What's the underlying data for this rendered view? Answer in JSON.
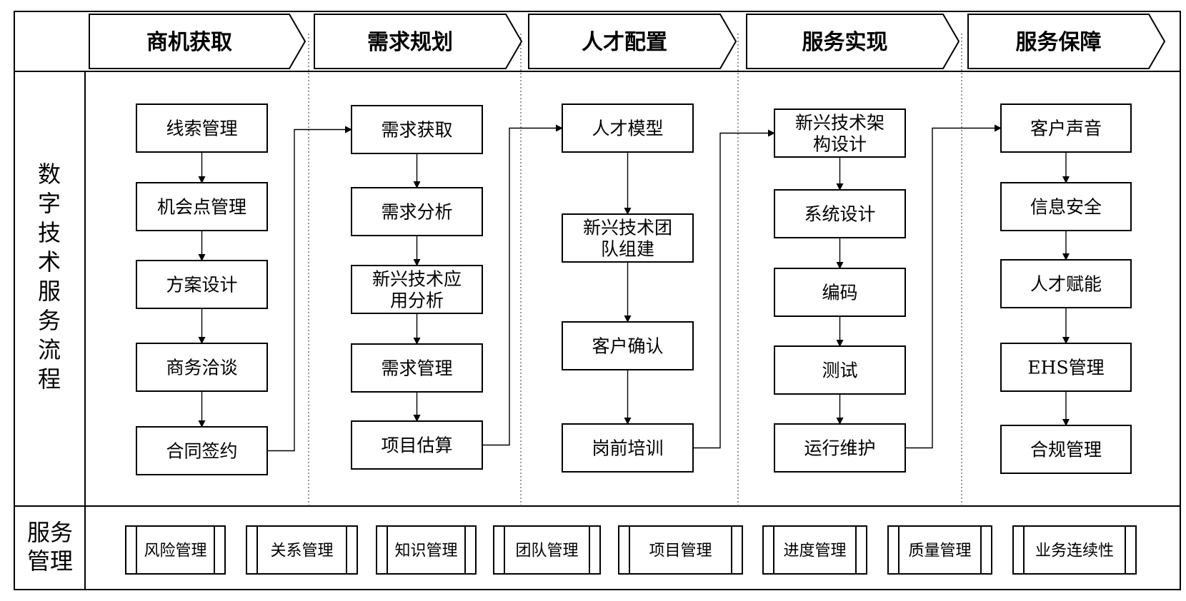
{
  "stages": [
    "商机获取",
    "需求规划",
    "人才配置",
    "服务实现",
    "服务保障"
  ],
  "row_labels": {
    "process": "数字技术服务流程",
    "management": [
      "服务",
      "管理"
    ]
  },
  "columns": [
    {
      "steps": [
        [
          "线索管理"
        ],
        [
          "机会点管理"
        ],
        [
          "方案设计"
        ],
        [
          "商务洽谈"
        ],
        [
          "合同签约"
        ]
      ]
    },
    {
      "steps": [
        [
          "需求获取"
        ],
        [
          "需求分析"
        ],
        [
          "新兴技术应",
          "用分析"
        ],
        [
          "需求管理"
        ],
        [
          "项目估算"
        ]
      ]
    },
    {
      "steps": [
        [
          "人才模型"
        ],
        [
          "新兴技术团",
          "队组建"
        ],
        [
          "客户确认"
        ],
        [
          "岗前培训"
        ]
      ]
    },
    {
      "steps": [
        [
          "新兴技术架",
          "构设计"
        ],
        [
          "系统设计"
        ],
        [
          "编码"
        ],
        [
          "测试"
        ],
        [
          "运行维护"
        ]
      ]
    },
    {
      "steps": [
        [
          "客户声音"
        ],
        [
          "信息安全"
        ],
        [
          "人才赋能"
        ],
        [
          "EHS管理"
        ],
        [
          "合规管理"
        ]
      ]
    }
  ],
  "management": [
    "风险管理",
    "关系管理",
    "知识管理",
    "团队管理",
    "项目管理",
    "进度管理",
    "质量管理",
    "业务连续性"
  ]
}
